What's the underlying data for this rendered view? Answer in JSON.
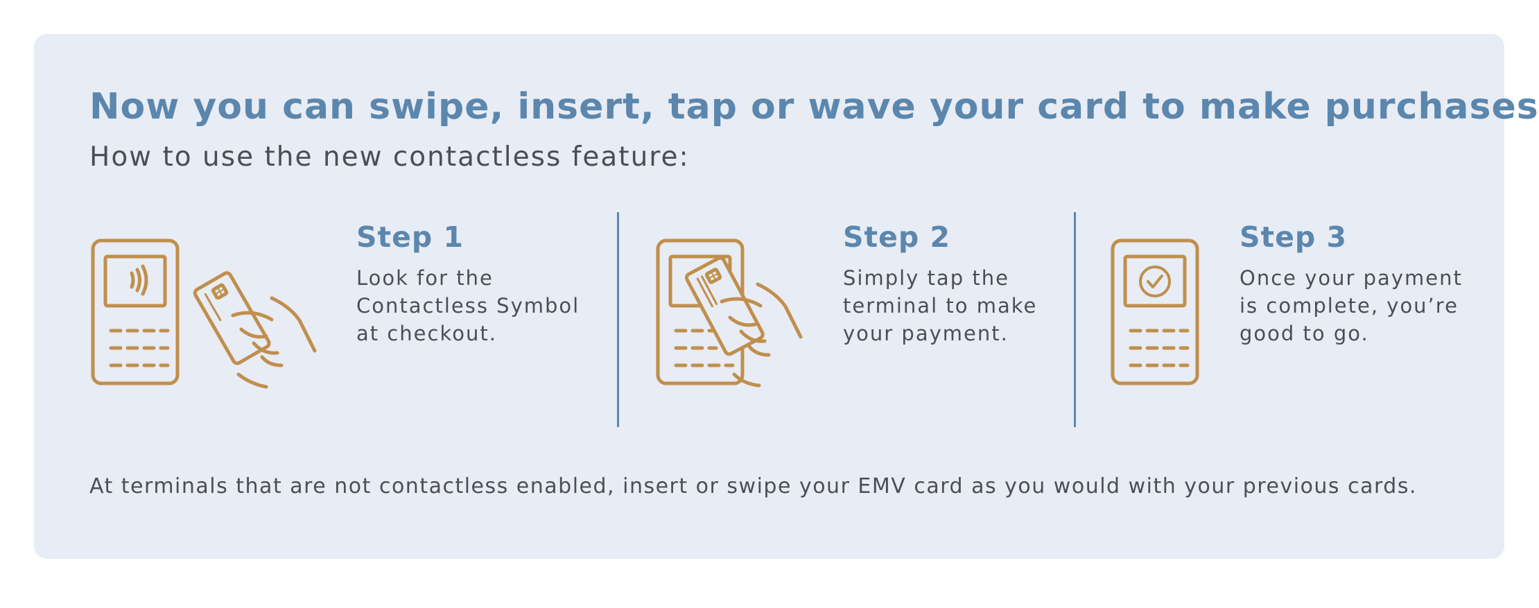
{
  "headline": "Now you can swipe, insert, tap or wave your card to make purchases.",
  "subheadline": "How to use the new contactless feature:",
  "steps": [
    {
      "title": "Step 1",
      "text": "Look for the\nContactless Symbol\nat checkout.",
      "illustration": "terminal-contactless-icon"
    },
    {
      "title": "Step 2",
      "text": "Simply tap the\nterminal to make\nyour payment.",
      "illustration": "card-tap-icon"
    },
    {
      "title": "Step 3",
      "text": "Once your payment\nis complete, you’re\ngood to go.",
      "illustration": "terminal-check-icon"
    }
  ],
  "footnote": "At terminals that are not contactless enabled, insert or swipe your EMV card as you would with your previous cards.",
  "colors": {
    "panel_background": "#e8ecf4",
    "heading_blue": "#5b87ae",
    "icon_gold": "#c08f4d",
    "body_text": "#4d4d55"
  }
}
